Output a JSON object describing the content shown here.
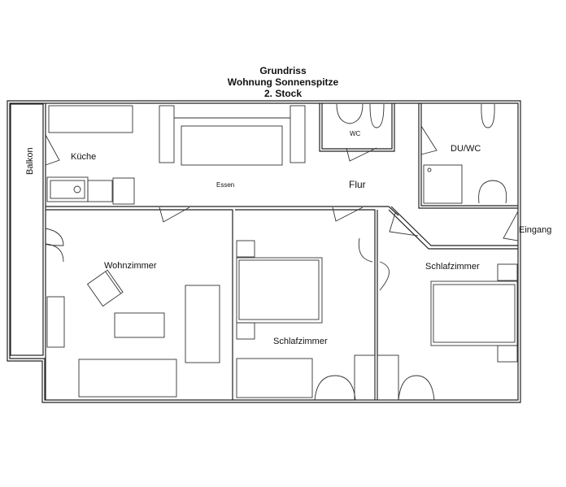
{
  "title": {
    "line1": "Grundriss",
    "line2": "Wohnung Sonnenspitze",
    "line3": "2. Stock"
  },
  "rooms": {
    "balkon": "Balkon",
    "kueche": "Küche",
    "essen": "Essen",
    "wc": "WC",
    "flur": "Flur",
    "du_wc": "DU/WC",
    "eingang": "Eingang",
    "wohnzimmer": "Wohnzimmer",
    "schlafzimmer_1": "Schlafzimmer",
    "schlafzimmer_2": "Schlafzimmer"
  }
}
